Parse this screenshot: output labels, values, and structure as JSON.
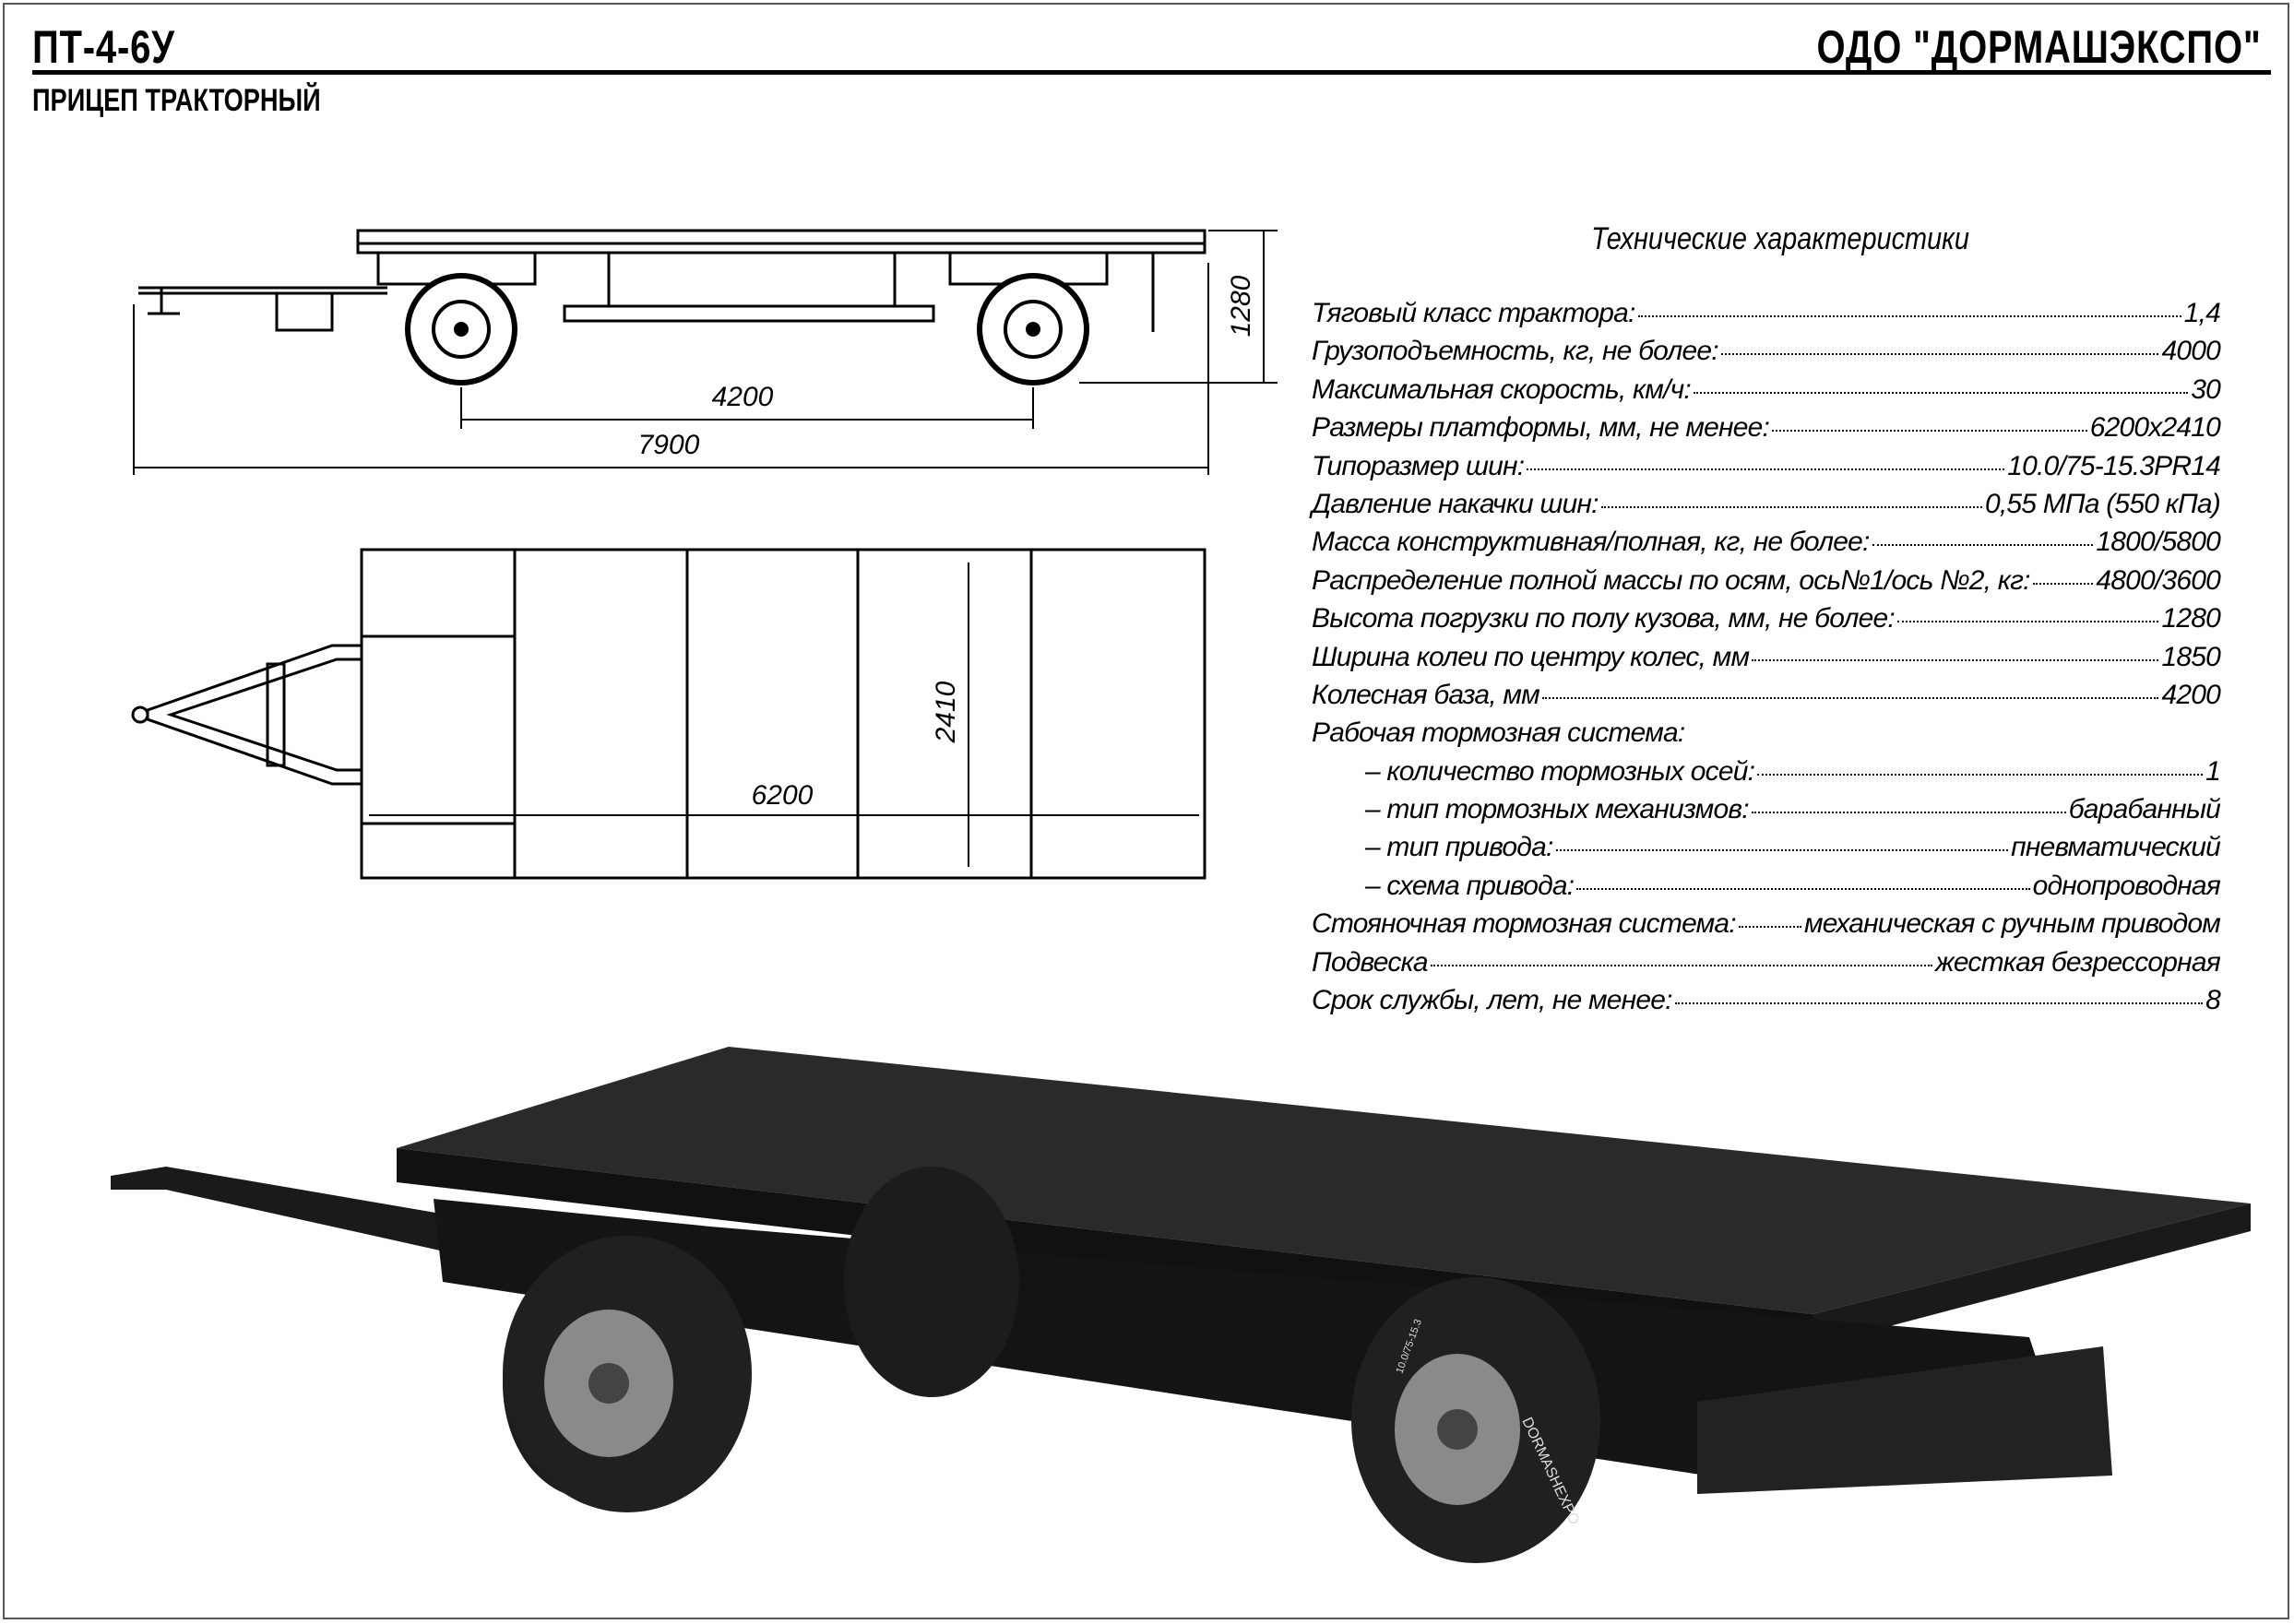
{
  "header": {
    "model": "ПТ-4-6У",
    "subtitle": "ПРИЦЕП ТРАКТОРНЫЙ",
    "company": "ОДО \"ДОРМАШЭКСПО\""
  },
  "side_view": {
    "wheelbase": "4200",
    "length": "7900",
    "height": "1280"
  },
  "top_view": {
    "width": "2410",
    "platform_length": "6200"
  },
  "specs": {
    "title": "Технические характеристики",
    "rows": [
      {
        "label": "Тяговый класс трактора:",
        "value": "1,4"
      },
      {
        "label": "Грузоподъемность, кг, не более:",
        "value": "4000"
      },
      {
        "label": "Максимальная скорость, км/ч:",
        "value": "30"
      },
      {
        "label": "Размеры платформы, мм, не менее:",
        "value": "6200x2410"
      },
      {
        "label": "Типоразмер шин:",
        "value": "10.0/75-15.3PR14"
      },
      {
        "label": "Давление накачки шин:",
        "value": "0,55 МПа (550 кПа)"
      },
      {
        "label": "Масса конструктивная/полная, кг, не более:",
        "value": "1800/5800"
      },
      {
        "label": "Распределение полной массы по осям, ось№1/ось №2, кг:",
        "value": "4800/3600"
      },
      {
        "label": "Высота погрузки по полу кузова, мм, не более:",
        "value": "1280"
      },
      {
        "label": "Ширина колеи по центру колес, мм",
        "value": "1850"
      },
      {
        "label": "Колесная база, мм",
        "value": "4200"
      },
      {
        "label": "Рабочая тормозная система:",
        "value": ""
      },
      {
        "label": "– количество тормозных осей:",
        "value": "1"
      },
      {
        "label": "– тип тормозных механизмов:",
        "value": "барабанный"
      },
      {
        "label": "– тип привода:",
        "value": "пневматический"
      },
      {
        "label": "– схема привода:",
        "value": "однопроводная"
      },
      {
        "label": "Стояночная тормозная система:",
        "value": "механическая с ручным приводом"
      },
      {
        "label": "Подвеска",
        "value": "жесткая безрессорная"
      },
      {
        "label": "Срок службы, лет, не менее:",
        "value": "8"
      }
    ]
  },
  "render": {
    "tire_brand": "DORMASHEXPO",
    "tire_size": "10.0/75-15.3"
  }
}
